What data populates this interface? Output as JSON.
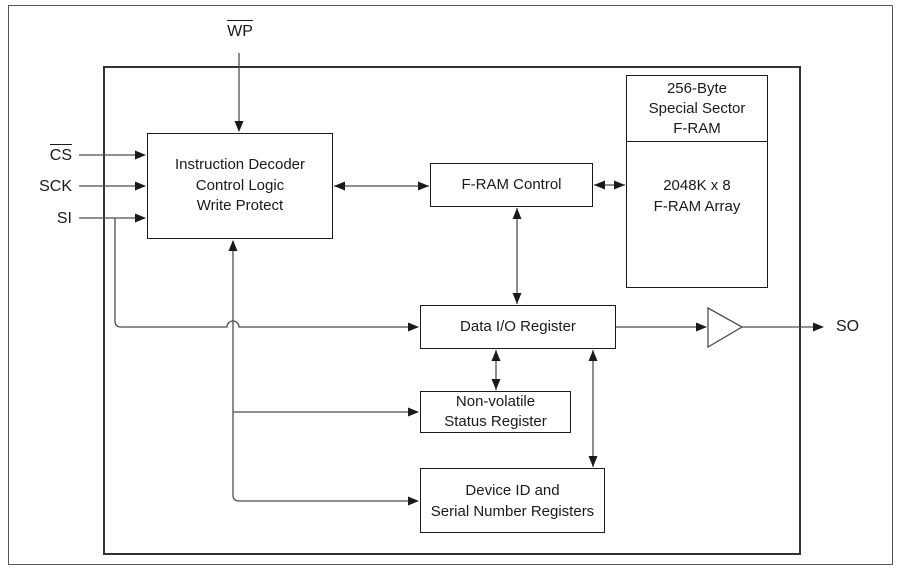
{
  "pins": {
    "wp": {
      "label": "WP",
      "overline": true
    },
    "cs": {
      "label": "CS",
      "overline": true
    },
    "sck": {
      "label": "SCK",
      "overline": false
    },
    "si": {
      "label": "SI",
      "overline": false
    },
    "so": {
      "label": "SO",
      "overline": false
    }
  },
  "blocks": {
    "instruction_decoder": {
      "lines": [
        "Instruction Decoder",
        "Control Logic",
        "Write Protect"
      ]
    },
    "fram_control": {
      "label": "F-RAM Control"
    },
    "special_sector": {
      "lines": [
        "256-Byte",
        "Special Sector",
        "F-RAM"
      ]
    },
    "fram_array": {
      "lines": [
        "2048K x 8",
        "F-RAM Array"
      ]
    },
    "data_io_register": {
      "label": "Data I/O Register"
    },
    "nv_status_register": {
      "lines": [
        "Non-volatile",
        "Status Register"
      ]
    },
    "device_id_registers": {
      "lines": [
        "Device ID and",
        "Serial Number Registers"
      ]
    }
  },
  "colors": {
    "line": "#4d4d4d",
    "border": "#1a1a1a",
    "text": "#1a1a1a",
    "bg": "#ffffff",
    "frame": "#595959"
  }
}
